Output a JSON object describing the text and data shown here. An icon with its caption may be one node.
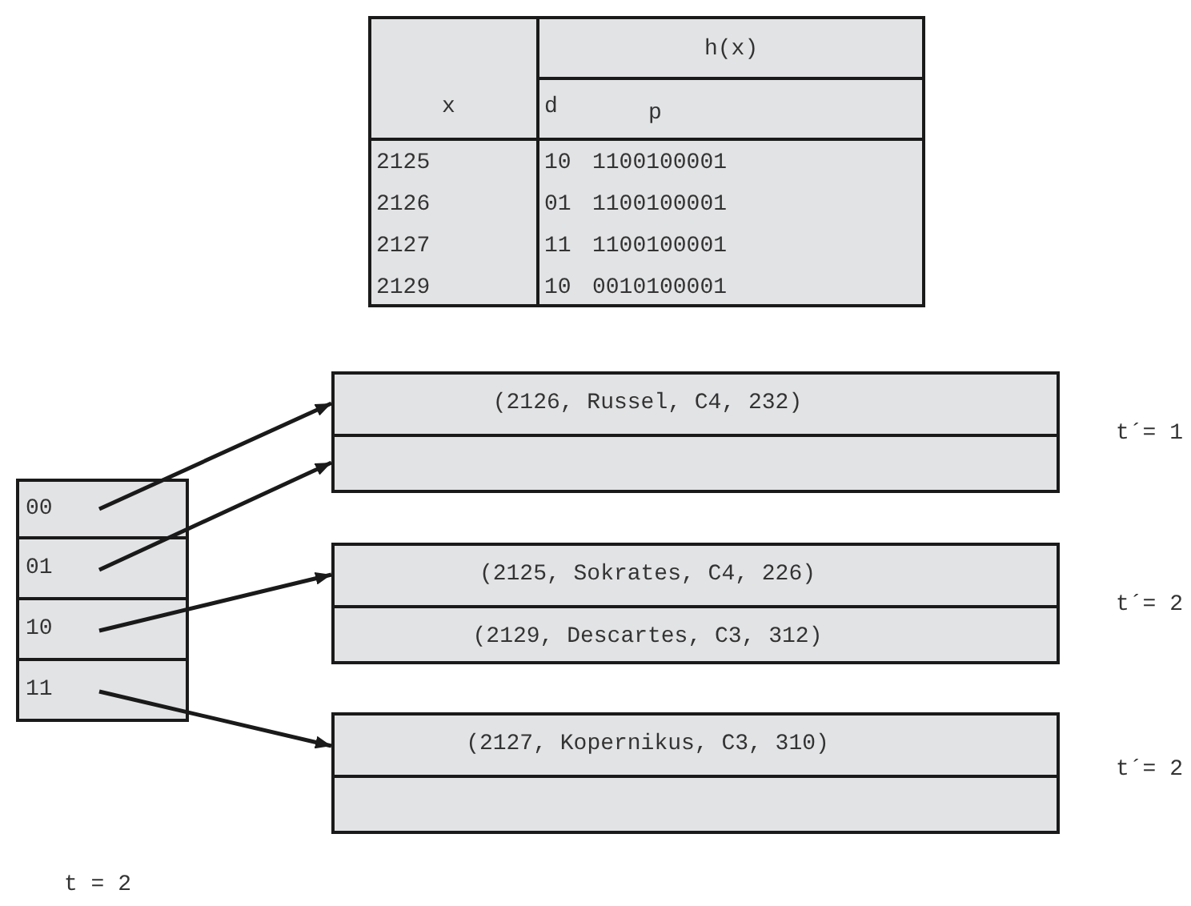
{
  "diagram": {
    "nodes": [
      {
        "text": [
          "00"
        ]
      },
      {
        "text": [
          "01"
        ]
      },
      {
        "text": [
          "10"
        ]
      },
      {
        "text": [
          "11"
        ]
      },
      {
        "text": [
          "(2126, Russel, C4, 232)"
        ],
        "beside": [
          "t´= 1"
        ]
      },
      {
        "text": [
          "(2125, Sokrates, C4, 226)",
          "(2129, Descartes, C3, 312)"
        ],
        "beside": [
          "t´= 2"
        ]
      },
      {
        "text": [
          "(2127, Kopernikus, C3, 310)"
        ],
        "beside": [
          "t´= 2"
        ]
      }
    ],
    "edges": [
      {
        "from": 0,
        "to": 4,
        "arrow": "to"
      },
      {
        "from": 1,
        "to": 4,
        "arrow": "to"
      },
      {
        "from": 2,
        "to": 5,
        "arrow": "to"
      },
      {
        "from": 3,
        "to": 6,
        "arrow": "to"
      }
    ],
    "labels": [
      "h(x)",
      "x",
      "d",
      "p",
      "2125",
      "10",
      "1100100001",
      "2126",
      "01",
      "1100100001",
      "2127",
      "11",
      "1100100001",
      "2129",
      "10",
      "0010100001",
      "t = 2"
    ]
  }
}
